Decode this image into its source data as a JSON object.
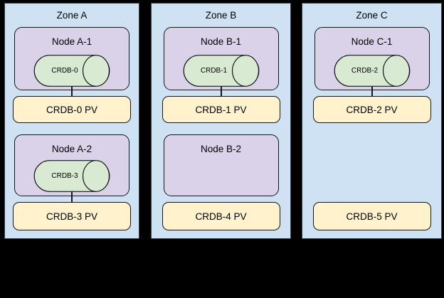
{
  "colors": {
    "canvas_background": "#000000",
    "zone_fill": "#cfe2f3",
    "node_fill": "#d9d2e9",
    "pod_fill": "#d9ead3",
    "pv_fill": "#fff2cc",
    "outline": "#14161a"
  },
  "zones": [
    {
      "title": "Zone A",
      "node1": {
        "label": "Node A-1",
        "pod": "CRDB-0"
      },
      "pv1": "CRDB-0 PV",
      "node2": {
        "label": "Node A-2",
        "pod": "CRDB-3"
      },
      "pv2": "CRDB-3 PV"
    },
    {
      "title": "Zone B",
      "node1": {
        "label": "Node B-1",
        "pod": "CRDB-1"
      },
      "pv1": "CRDB-1 PV",
      "node2": {
        "label": "Node B-2"
      },
      "pv2": "CRDB-4 PV"
    },
    {
      "title": "Zone C",
      "node1": {
        "label": "Node C-1",
        "pod": "CRDB-2"
      },
      "pv1": "CRDB-2 PV",
      "pv2": "CRDB-5 PV"
    }
  ]
}
